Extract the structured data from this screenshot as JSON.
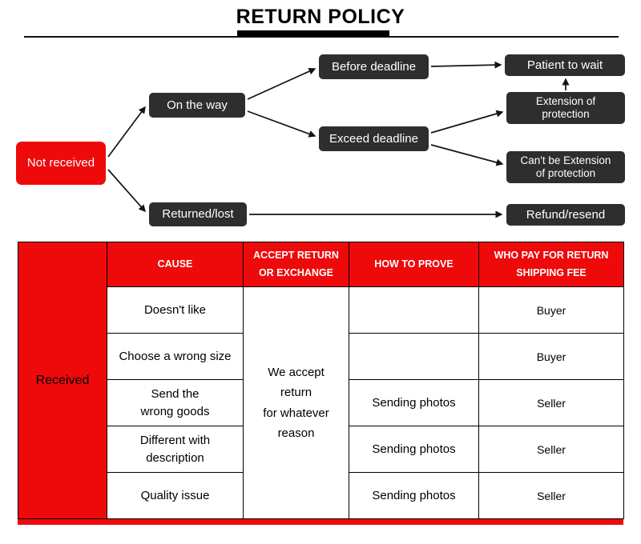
{
  "title": "RETURN POLICY",
  "colors": {
    "red": "#ee0a0a",
    "dark": "#2e2e2e",
    "ink": "#111111"
  },
  "flowchart": {
    "nodes": {
      "not_received": "Not received",
      "on_the_way": "On the way",
      "returned_lost": "Returned/lost",
      "before_deadline": "Before deadline",
      "exceed_deadline": "Exceed deadline",
      "patient_to_wait": "Patient to wait",
      "extension_of_protection": "Extension of\nprotection",
      "cant_be_extension": "Can't be Extension\nof protection",
      "refund_resend": "Refund/resend"
    }
  },
  "table": {
    "row_header": "Received",
    "columns": [
      "CAUSE",
      "ACCEPT RETURN\nOR EXCHANGE",
      "HOW TO PROVE",
      "WHO PAY FOR RETURN\nSHIPPING FEE"
    ],
    "merged_policy": "We accept\nreturn\nfor whatever\nreason",
    "rows": [
      {
        "cause": "Doesn't like",
        "prove": "",
        "payer": "Buyer"
      },
      {
        "cause": "Choose a wrong size",
        "prove": "",
        "payer": "Buyer"
      },
      {
        "cause": "Send the\nwrong goods",
        "prove": "Sending photos",
        "payer": "Seller"
      },
      {
        "cause": "Different with\ndescription",
        "prove": "Sending photos",
        "payer": "Seller"
      },
      {
        "cause": "Quality issue",
        "prove": "Sending photos",
        "payer": "Seller"
      }
    ]
  }
}
